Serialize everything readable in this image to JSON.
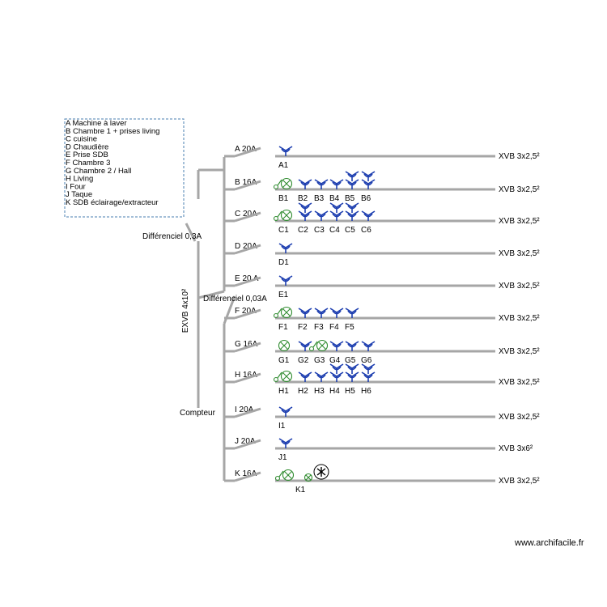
{
  "legend": {
    "items": [
      "A Machine à laver",
      "B Chambre 1 + prises living",
      "C cuisine",
      "D Chaudière",
      "E Prise SDB",
      "F Chambre 3",
      "G Chambre 2 / Hall",
      "H Living",
      "I Four",
      "J Taque",
      "K SDB éclairage/extracteur"
    ]
  },
  "labels": {
    "diff_main": "Différenciel 0,3A",
    "diff_secondary": "Différenciel 0,03A",
    "supply_cable": "EXVB 4x10²",
    "meter": "Compteur"
  },
  "circuits": [
    {
      "breaker": "A 20A",
      "cable": "XVB 3x2,5²",
      "devices": [
        {
          "type": "outlet",
          "label": "A1"
        }
      ]
    },
    {
      "breaker": "B 16A",
      "cable": "XVB 3x2,5²",
      "devices": [
        {
          "type": "light",
          "label": "B1"
        },
        {
          "type": "outlet",
          "label": "B2"
        },
        {
          "type": "outlet",
          "label": "B3"
        },
        {
          "type": "outlet",
          "label": "B4"
        },
        {
          "type": "outlet-double",
          "label": "B5"
        },
        {
          "type": "outlet-double",
          "label": "B6"
        }
      ]
    },
    {
      "breaker": "C 20A",
      "cable": "XVB 3x2,5²",
      "devices": [
        {
          "type": "light",
          "label": "C1"
        },
        {
          "type": "outlet-double",
          "label": "C2"
        },
        {
          "type": "outlet",
          "label": "C3"
        },
        {
          "type": "outlet-double",
          "label": "C4"
        },
        {
          "type": "outlet-double",
          "label": "C5"
        },
        {
          "type": "outlet",
          "label": "C6"
        }
      ]
    },
    {
      "breaker": "D 20A",
      "cable": "XVB 3x2,5²",
      "devices": [
        {
          "type": "outlet",
          "label": "D1"
        }
      ]
    },
    {
      "breaker": "E 20 A",
      "cable": "XVB 3x2,5²",
      "devices": [
        {
          "type": "outlet",
          "label": "E1"
        }
      ]
    },
    {
      "breaker": "F 20A",
      "cable": "XVB 3x2,5²",
      "devices": [
        {
          "type": "light",
          "label": "F1"
        },
        {
          "type": "outlet",
          "label": "F2"
        },
        {
          "type": "outlet",
          "label": "F3"
        },
        {
          "type": "outlet",
          "label": "F4"
        },
        {
          "type": "outlet",
          "label": "F5"
        }
      ]
    },
    {
      "breaker": "G 16A",
      "cable": "XVB 3x2,5²",
      "devices": [
        {
          "type": "lamp",
          "label": "G1"
        },
        {
          "type": "outlet",
          "label": "G2"
        },
        {
          "type": "light",
          "label": "G3"
        },
        {
          "type": "outlet",
          "label": "G4"
        },
        {
          "type": "outlet",
          "label": "G5"
        },
        {
          "type": "outlet",
          "label": "G6"
        }
      ]
    },
    {
      "breaker": "H 16A",
      "cable": "XVB 3x2,5²",
      "devices": [
        {
          "type": "light",
          "label": "H1"
        },
        {
          "type": "outlet",
          "label": "H2"
        },
        {
          "type": "outlet",
          "label": "H3"
        },
        {
          "type": "outlet-double",
          "label": "H4"
        },
        {
          "type": "outlet-double",
          "label": "H5"
        },
        {
          "type": "outlet-double",
          "label": "H6"
        }
      ]
    },
    {
      "breaker": "I 20A",
      "cable": "XVB 3x2,5²",
      "devices": [
        {
          "type": "outlet",
          "label": "I1"
        }
      ]
    },
    {
      "breaker": "J 20A",
      "cable": "XVB 3x6²",
      "devices": [
        {
          "type": "outlet",
          "label": "J1"
        }
      ]
    },
    {
      "breaker": "K 16A",
      "cable": "XVB 3x2,5²",
      "devices": [
        {
          "type": "light-fan",
          "label": "K1"
        }
      ]
    }
  ],
  "watermark": "www.archifacile.fr",
  "colors": {
    "bus": "#a6a6a6",
    "outlet": "#1e3fb0",
    "light": "#2e8b2e",
    "legend_border": "#4a7fb0"
  },
  "icons": {
    "outlet": "outlet-icon",
    "outlet-double": "double-outlet-icon",
    "light": "light-switch-icon",
    "lamp": "lamp-icon",
    "fan": "extractor-fan-icon"
  }
}
